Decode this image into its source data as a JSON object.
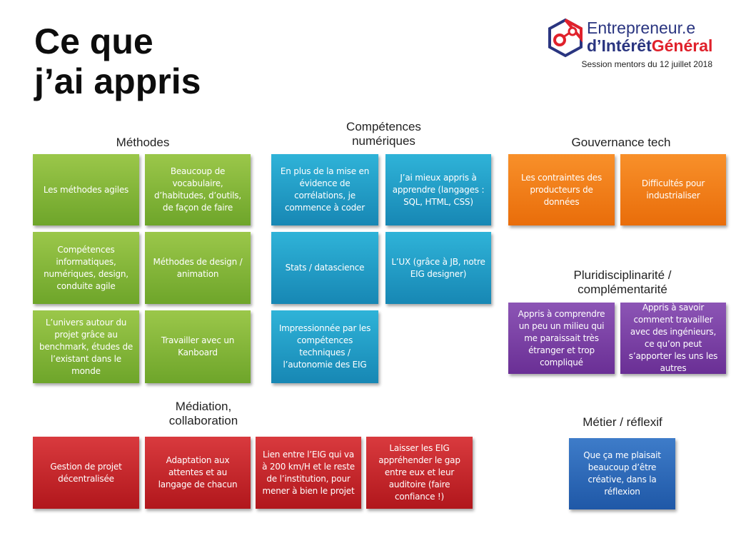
{
  "title": {
    "line1": "Ce que",
    "line2": "j’ai appris"
  },
  "logo": {
    "line1": "Entrepreneur.e",
    "line2a": "d’Intérêt",
    "line2b": "Général"
  },
  "session": "Session mentors du 12 juillet 2018",
  "sections": {
    "methodes": {
      "heading": "Méthodes",
      "cards": [
        "Les méthodes agiles",
        "Beaucoup de vocabulaire, d’habitudes, d’outils, de façon de faire",
        "Compétences informatiques, numériques, design, conduite agile",
        "Méthodes de design / animation",
        "L’univers autour du projet grâce au benchmark, études de l’existant dans le monde",
        "Travailler avec un Kanboard"
      ]
    },
    "competences": {
      "heading": "Compétences numériques",
      "cards": [
        "En plus de la mise en évidence de corrélations, je commence à coder",
        "J’ai mieux appris à apprendre (langages : SQL, HTML, CSS)",
        "Stats / datascience",
        "L’UX (grâce à JB, notre EIG designer)",
        "Impressionnée par les compétences techniques / l’autonomie des EIG"
      ]
    },
    "gouvernance": {
      "heading": "Gouvernance tech",
      "cards": [
        "Les contraintes des producteurs de données",
        "Difficultés pour industrialiser"
      ]
    },
    "pluri": {
      "heading": "Pluridisciplinarité / complémentarité",
      "cards": [
        "Appris à comprendre un peu un milieu qui me paraissait très étranger et trop compliqué",
        "Appris à savoir comment travailler avec des ingénieurs, ce qu’on peut s’apporter les uns les autres"
      ]
    },
    "mediation": {
      "heading": "Médiation, collaboration",
      "cards": [
        "Gestion de projet décentralisée",
        "Adaptation aux attentes et au langage de chacun",
        "Lien entre l’EIG qui va à 200 km/H et le reste de l’institution, pour mener à bien le projet",
        "Laisser les EIG appréhender le gap entre eux et leur auditoire (faire confiance !)"
      ]
    },
    "metier": {
      "heading": "Métier / réflexif",
      "cards": [
        "Que ça me plaisait beaucoup d’être créative, dans la réflexion"
      ]
    }
  },
  "colors": {
    "methodes": "#86b83a",
    "competences": "#1f9ccb",
    "gouvernance": "#f27d1a",
    "pluri": "#7a40a5",
    "mediation": "#c8262b",
    "metier": "#2d6bb8",
    "logo_blue": "#2a3580",
    "logo_red": "#e0212b"
  }
}
